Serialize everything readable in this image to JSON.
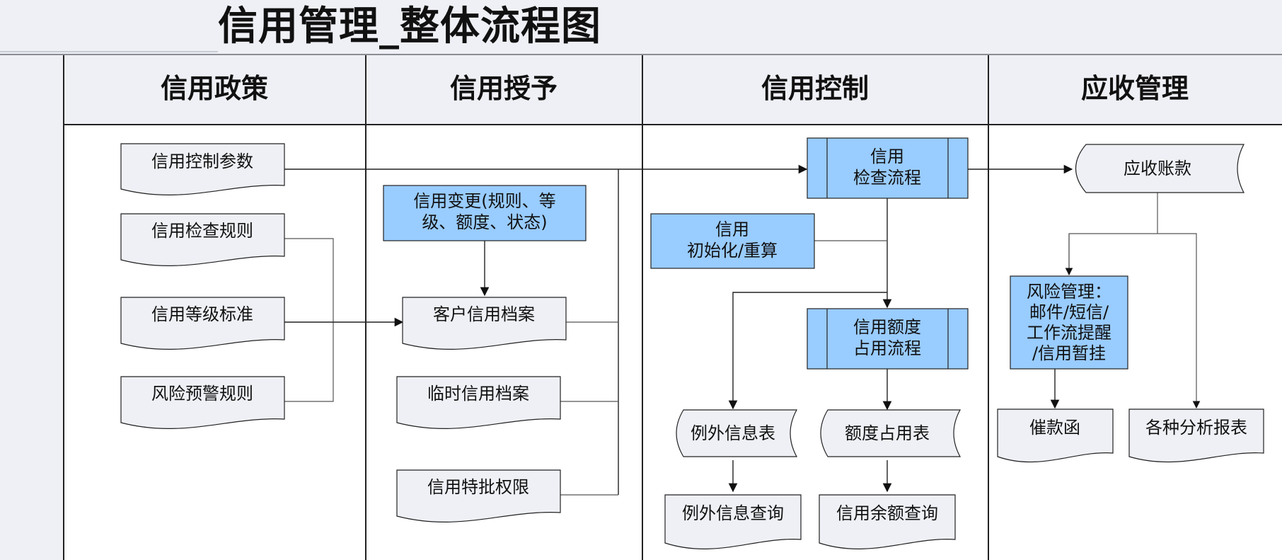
{
  "title": "信用管理_整体流程图",
  "lanes": [
    {
      "id": "policy",
      "label": "信用政策"
    },
    {
      "id": "grant",
      "label": "信用授予"
    },
    {
      "id": "control",
      "label": "信用控制"
    },
    {
      "id": "ar",
      "label": "应收管理"
    }
  ],
  "nodes": {
    "credit_control_params": {
      "lines": [
        "信用控制参数"
      ]
    },
    "credit_check_rules": {
      "lines": [
        "信用检查规则"
      ]
    },
    "credit_grade_standard": {
      "lines": [
        "信用等级标准"
      ]
    },
    "risk_warning_rules": {
      "lines": [
        "风险预警规则"
      ]
    },
    "credit_change": {
      "lines": [
        "信用变更(规则、等",
        "级、额度、状态)"
      ]
    },
    "customer_credit_file": {
      "lines": [
        "客户信用档案"
      ]
    },
    "temp_credit_file": {
      "lines": [
        "临时信用档案"
      ]
    },
    "credit_special_approval": {
      "lines": [
        "信用特批权限"
      ]
    },
    "credit_check_process": {
      "lines": [
        "信用",
        "检查流程"
      ]
    },
    "credit_init_recalc": {
      "lines": [
        "信用",
        "初始化/重算"
      ]
    },
    "credit_quota_occupy_process": {
      "lines": [
        "信用额度",
        "占用流程"
      ]
    },
    "exception_info_table": {
      "lines": [
        "例外信息表"
      ]
    },
    "quota_occupy_table": {
      "lines": [
        "额度占用表"
      ]
    },
    "exception_info_query": {
      "lines": [
        "例外信息查询"
      ]
    },
    "credit_balance_query": {
      "lines": [
        "信用余额查询"
      ]
    },
    "accounts_receivable": {
      "lines": [
        "应收账款"
      ]
    },
    "risk_management": {
      "lines": [
        "风险管理：",
        "邮件/短信/",
        "工作流提醒",
        "/信用暂挂"
      ]
    },
    "dunning_letter": {
      "lines": [
        "催款函"
      ]
    },
    "analysis_reports": {
      "lines": [
        "各种分析报表"
      ]
    }
  },
  "colors": {
    "process_fill": "#99ccff",
    "document_fill": "#eef0f5",
    "background": "#eef0f5",
    "lane_body": "#ffffff"
  }
}
